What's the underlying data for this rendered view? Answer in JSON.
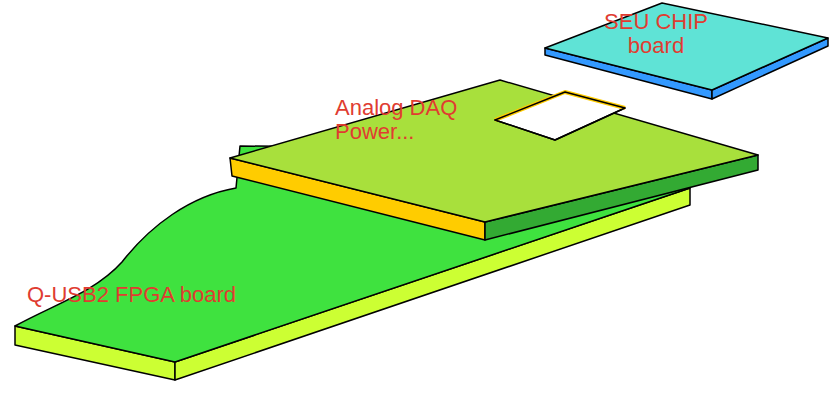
{
  "diagram": {
    "nodes": [
      {
        "text": [
          "SEU CHIP board"
        ]
      },
      {
        "text": [
          "Analog DAQ Power..."
        ]
      },
      {
        "text": [
          "Q-USB2 FPGA board"
        ]
      }
    ]
  }
}
